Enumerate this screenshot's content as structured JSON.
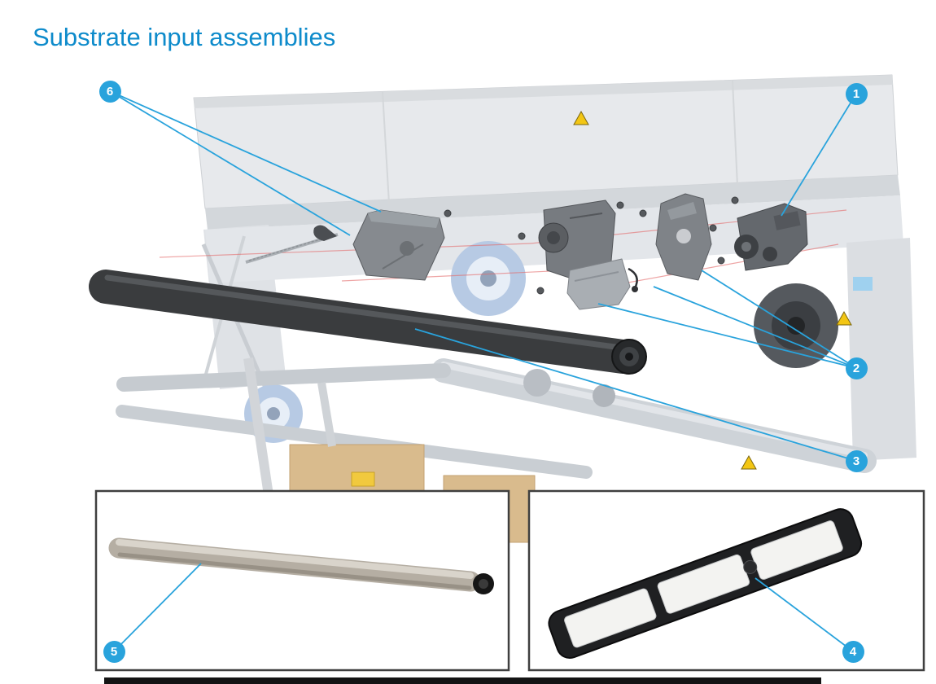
{
  "page": {
    "title": "Substrate input assemblies"
  },
  "callouts": [
    {
      "label": "1"
    },
    {
      "label": "2"
    },
    {
      "label": "3"
    },
    {
      "label": "4"
    },
    {
      "label": "5"
    },
    {
      "label": "6"
    }
  ],
  "colors": {
    "title_blue": "#0e8bcb",
    "callout_blue": "#29a3dc",
    "leader_blue": "#29a3dc",
    "warning_yellow": "#f3c614",
    "spindle_dark": "#3a3c3e",
    "inset_border": "#3f3f3f"
  },
  "icons": {
    "warning-triangle-icon": "▲",
    "hp-logo-icon": "●"
  }
}
